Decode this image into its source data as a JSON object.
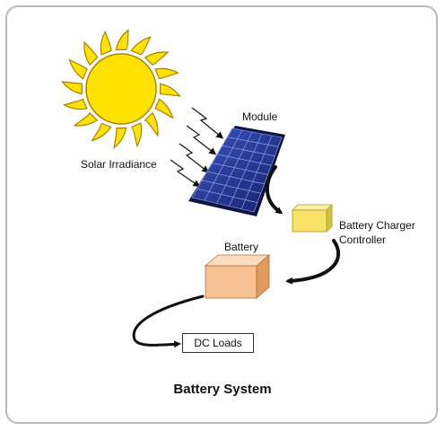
{
  "labels": {
    "solar_irradiance": "Solar Irradiance",
    "module": "Module",
    "charger_line1": "Battery Charger",
    "charger_line2": "Controller",
    "battery": "Battery",
    "dc_loads": "DC Loads"
  },
  "title": "Battery System",
  "colors": {
    "sun_fill": "#ffe200",
    "sun_outline": "#a87f00",
    "panel_cell": "#1d2f8c",
    "panel_grid": "#8fa0d8",
    "charger_fill": "#f7e36a",
    "battery_fill": "#f6c293",
    "frame_border": "#b9b9b9"
  },
  "icons": [
    "sun-icon",
    "solar-panel-icon",
    "charger-box-icon",
    "battery-box-icon",
    "lightning-arrow-icon",
    "flow-arrow-icon"
  ]
}
